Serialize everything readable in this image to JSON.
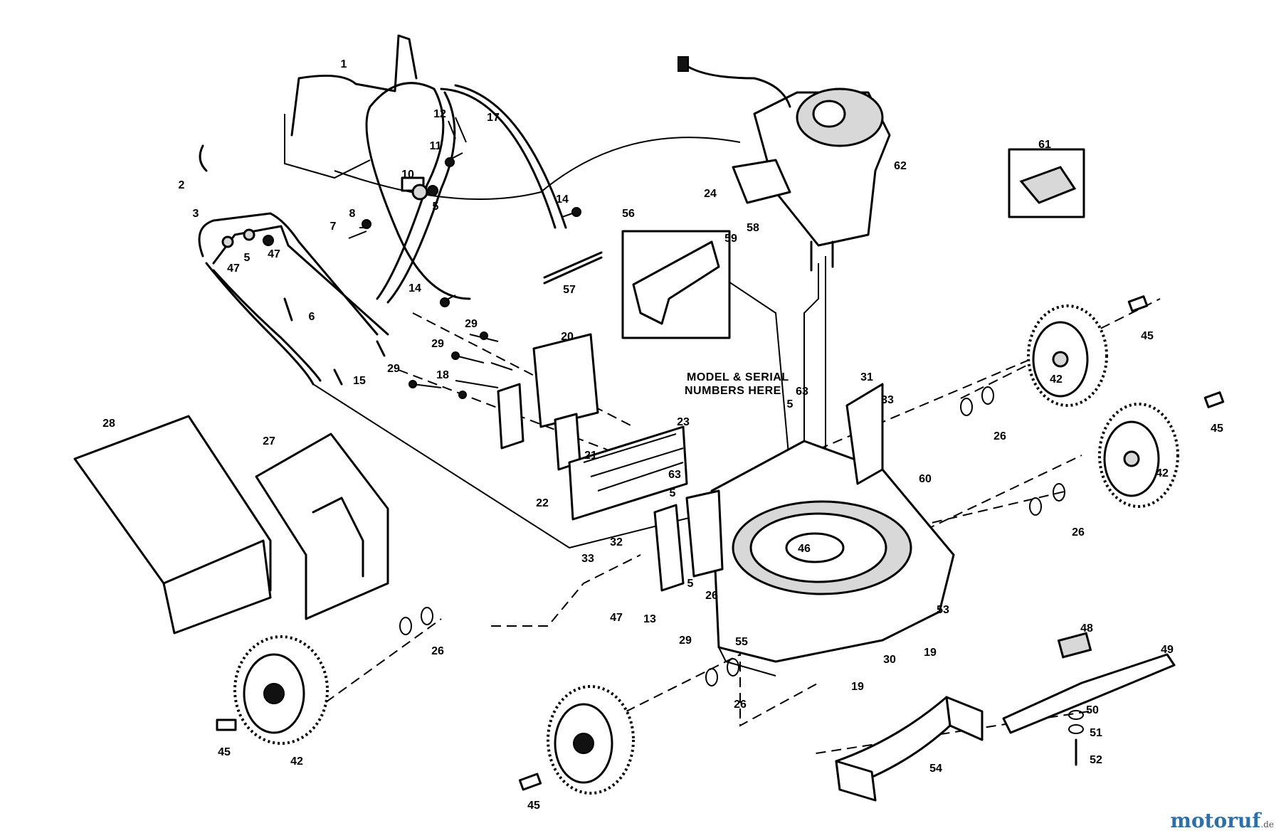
{
  "diagram": {
    "model_note": [
      "MODEL & SERIAL",
      "NUMBERS HERE"
    ],
    "callouts": [
      {
        "id": "c1",
        "text": "1"
      },
      {
        "id": "c2",
        "text": "2"
      },
      {
        "id": "c3",
        "text": "3"
      },
      {
        "id": "c5a",
        "text": "5"
      },
      {
        "id": "c5b",
        "text": "5"
      },
      {
        "id": "c5c",
        "text": "5"
      },
      {
        "id": "c5d",
        "text": "5"
      },
      {
        "id": "c5e",
        "text": "5"
      },
      {
        "id": "c6",
        "text": "6"
      },
      {
        "id": "c7",
        "text": "7"
      },
      {
        "id": "c8",
        "text": "8"
      },
      {
        "id": "c10",
        "text": "10"
      },
      {
        "id": "c11",
        "text": "11"
      },
      {
        "id": "c12",
        "text": "12"
      },
      {
        "id": "c13",
        "text": "13"
      },
      {
        "id": "c14a",
        "text": "14"
      },
      {
        "id": "c14b",
        "text": "14"
      },
      {
        "id": "c15",
        "text": "15"
      },
      {
        "id": "c17",
        "text": "17"
      },
      {
        "id": "c18",
        "text": "18"
      },
      {
        "id": "c19a",
        "text": "19"
      },
      {
        "id": "c19b",
        "text": "19"
      },
      {
        "id": "c20",
        "text": "20"
      },
      {
        "id": "c21",
        "text": "21"
      },
      {
        "id": "c22",
        "text": "22"
      },
      {
        "id": "c23",
        "text": "23"
      },
      {
        "id": "c24",
        "text": "24"
      },
      {
        "id": "c26a",
        "text": "26"
      },
      {
        "id": "c26b",
        "text": "26"
      },
      {
        "id": "c26c",
        "text": "26"
      },
      {
        "id": "c26d",
        "text": "26"
      },
      {
        "id": "c26e",
        "text": "26"
      },
      {
        "id": "c27",
        "text": "27"
      },
      {
        "id": "c28",
        "text": "28"
      },
      {
        "id": "c29a",
        "text": "29"
      },
      {
        "id": "c29b",
        "text": "29"
      },
      {
        "id": "c29c",
        "text": "29"
      },
      {
        "id": "c29d",
        "text": "29"
      },
      {
        "id": "c30",
        "text": "30"
      },
      {
        "id": "c31",
        "text": "31"
      },
      {
        "id": "c32",
        "text": "32"
      },
      {
        "id": "c33a",
        "text": "33"
      },
      {
        "id": "c33b",
        "text": "33"
      },
      {
        "id": "c42a",
        "text": "42"
      },
      {
        "id": "c42b",
        "text": "42"
      },
      {
        "id": "c42c",
        "text": "42"
      },
      {
        "id": "c45a",
        "text": "45"
      },
      {
        "id": "c45b",
        "text": "45"
      },
      {
        "id": "c45c",
        "text": "45"
      },
      {
        "id": "c45d",
        "text": "45"
      },
      {
        "id": "c46",
        "text": "46"
      },
      {
        "id": "c47a",
        "text": "47"
      },
      {
        "id": "c47b",
        "text": "47"
      },
      {
        "id": "c47c",
        "text": "47"
      },
      {
        "id": "c48",
        "text": "48"
      },
      {
        "id": "c49",
        "text": "49"
      },
      {
        "id": "c50",
        "text": "50"
      },
      {
        "id": "c51",
        "text": "51"
      },
      {
        "id": "c52",
        "text": "52"
      },
      {
        "id": "c53",
        "text": "53"
      },
      {
        "id": "c54",
        "text": "54"
      },
      {
        "id": "c55",
        "text": "55"
      },
      {
        "id": "c56",
        "text": "56"
      },
      {
        "id": "c57",
        "text": "57"
      },
      {
        "id": "c58",
        "text": "58"
      },
      {
        "id": "c59",
        "text": "59"
      },
      {
        "id": "c60",
        "text": "60"
      },
      {
        "id": "c61",
        "text": "61"
      },
      {
        "id": "c62",
        "text": "62"
      },
      {
        "id": "c63a",
        "text": "63"
      },
      {
        "id": "c63b",
        "text": "63"
      }
    ]
  },
  "watermark": {
    "brand": "motoruf",
    "suffix": ".de"
  }
}
